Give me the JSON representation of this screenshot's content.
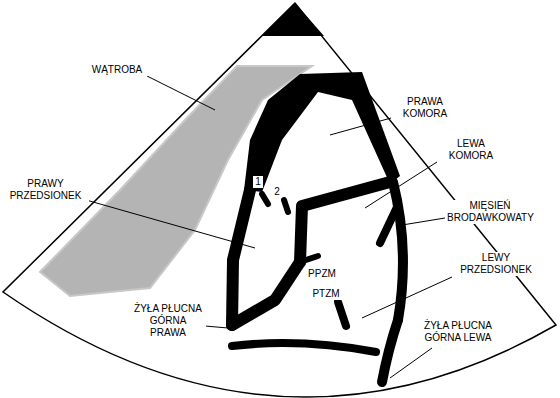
{
  "diagram": {
    "labels": [
      "WĄTROBA",
      "PRAWA KOMORA",
      "LEWA KOMORA",
      "MIĘSIEŃ BRODAWKOWATY",
      "PRAWY PRZEDSIONEK",
      "1",
      "2",
      "PPZM",
      "PTZM",
      "LEWY PRZEDSIONEK",
      "ŻYŁA PŁUCNA GÓRNA PRAWA",
      "ŻYŁA PŁUCNA GÓRNA LEWA"
    ]
  }
}
